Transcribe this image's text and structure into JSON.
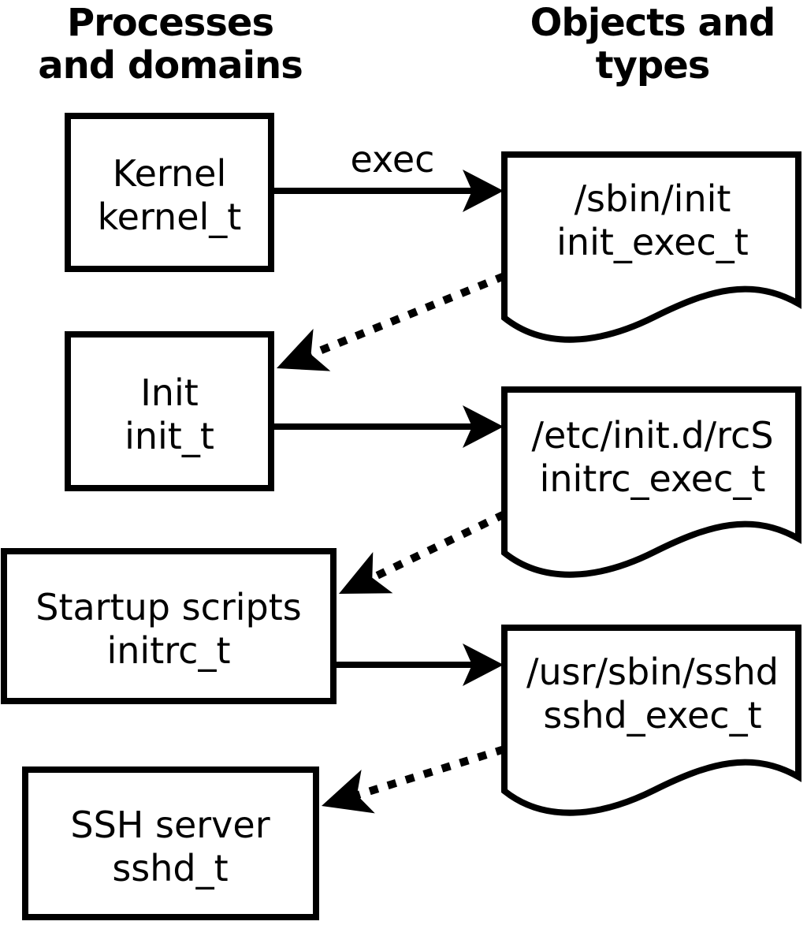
{
  "diagram": {
    "title_hint": "SELinux domain transitions",
    "headers": {
      "left": {
        "line1": "Processes",
        "line2": "and domains"
      },
      "right": {
        "line1": "Objects and",
        "line2": "types"
      }
    },
    "processes": [
      {
        "id": "kernel",
        "name": "Kernel",
        "domain": "kernel_t"
      },
      {
        "id": "init",
        "name": "Init",
        "domain": "init_t"
      },
      {
        "id": "startup-scripts",
        "name": "Startup scripts",
        "domain": "initrc_t"
      },
      {
        "id": "ssh-server",
        "name": "SSH server",
        "domain": "sshd_t"
      }
    ],
    "objects": [
      {
        "id": "sbin-init",
        "path": "/sbin/init",
        "type": "init_exec_t"
      },
      {
        "id": "etc-init-d-rcS",
        "path": "/etc/init.d/rcS",
        "type": "initrc_exec_t"
      },
      {
        "id": "usr-sbin-sshd",
        "path": "/usr/sbin/sshd",
        "type": "sshd_exec_t"
      }
    ],
    "arrows": {
      "solid": [
        {
          "from": "kernel",
          "to": "sbin-init",
          "label": "exec"
        },
        {
          "from": "init",
          "to": "etc-init-d-rcS",
          "label": ""
        },
        {
          "from": "startup-scripts",
          "to": "usr-sbin-sshd",
          "label": ""
        }
      ],
      "dotted": [
        {
          "from": "sbin-init",
          "to": "init"
        },
        {
          "from": "etc-init-d-rcS",
          "to": "startup-scripts"
        },
        {
          "from": "usr-sbin-sshd",
          "to": "ssh-server"
        }
      ]
    },
    "colors": {
      "foreground": "#000000",
      "background": "#ffffff"
    }
  }
}
